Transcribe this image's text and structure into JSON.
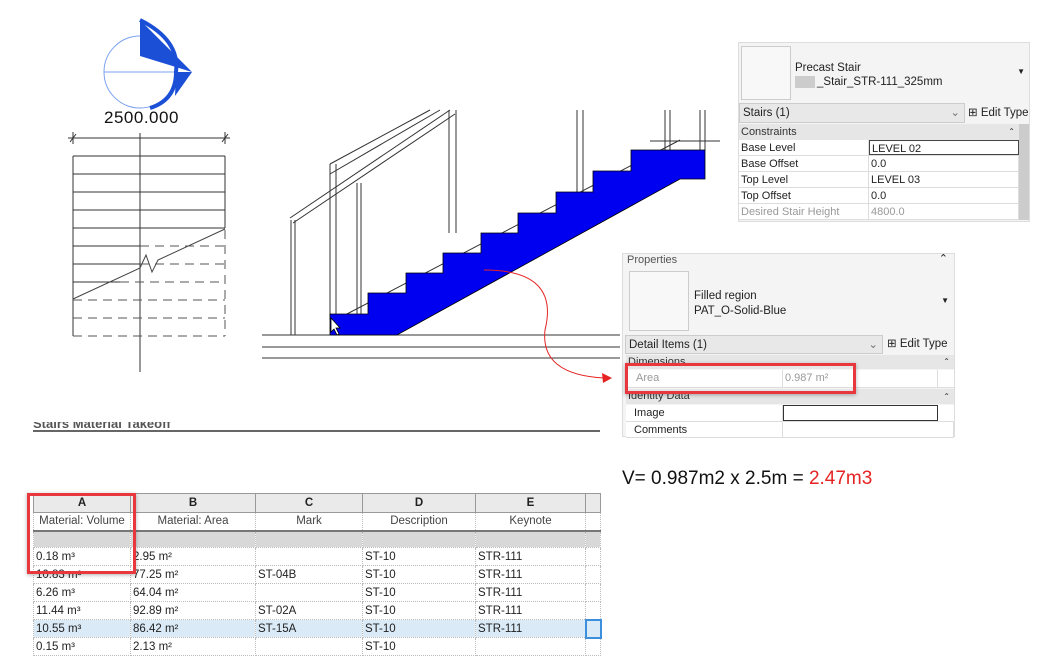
{
  "plan": {
    "dimension": "2500.000",
    "section_head_top": "-",
    "section_head_bottom": "---"
  },
  "stair_properties": {
    "type_family": "Precast Stair",
    "type_name": "_Stair_STR-111_325mm",
    "selector": "Stairs (1)",
    "edit_type": "Edit Type",
    "group": "Constraints",
    "rows": [
      {
        "key": "Base Level",
        "value": "LEVEL 02"
      },
      {
        "key": "Base Offset",
        "value": "0.0"
      },
      {
        "key": "Top Level",
        "value": "LEVEL 03"
      },
      {
        "key": "Top Offset",
        "value": "0.0"
      },
      {
        "key": "Desired Stair Height",
        "value": "4800.0"
      }
    ]
  },
  "region_properties": {
    "title": "Properties",
    "type_family": "Filled region",
    "type_name": "PAT_O-Solid-Blue",
    "selector": "Detail Items (1)",
    "edit_type": "Edit Type",
    "group_dimensions": "Dimensions",
    "area_key": "Area",
    "area_value": "0.987 m²",
    "group_identity": "Identity Data",
    "image_key": "Image",
    "comments_key": "Comments"
  },
  "schedule": {
    "title": "Stairs Material Takeoff",
    "letters": [
      "A",
      "B",
      "C",
      "D",
      "E",
      ""
    ],
    "headers": [
      "Material: Volume",
      "Material: Area",
      "Mark",
      "Description",
      "Keynote",
      ""
    ],
    "rows": [
      [
        "0.18 m³",
        "2.95 m²",
        "",
        "ST-10",
        "STR-111"
      ],
      [
        "10.83 m³",
        "77.25 m²",
        "ST-04B",
        "ST-10",
        "STR-111"
      ],
      [
        "6.26 m³",
        "64.04 m²",
        "",
        "ST-10",
        "STR-111"
      ],
      [
        "11.44 m³",
        "92.89 m²",
        "ST-02A",
        "ST-10",
        "STR-111"
      ],
      [
        "10.55 m³",
        "86.42 m²",
        "ST-15A",
        "ST-10",
        "STR-111"
      ],
      [
        "0.15 m³",
        "2.13 m²",
        "",
        "ST-10",
        ""
      ]
    ],
    "selected_row": 4
  },
  "formula": {
    "text": "V= 0.987m2 x 2.5m = ",
    "result": "2.47m3"
  },
  "colors": {
    "stair_fill": "#0000f0",
    "highlight": "#e8383d",
    "result": "#e52323",
    "section_symbol": "#1a4fd6"
  }
}
